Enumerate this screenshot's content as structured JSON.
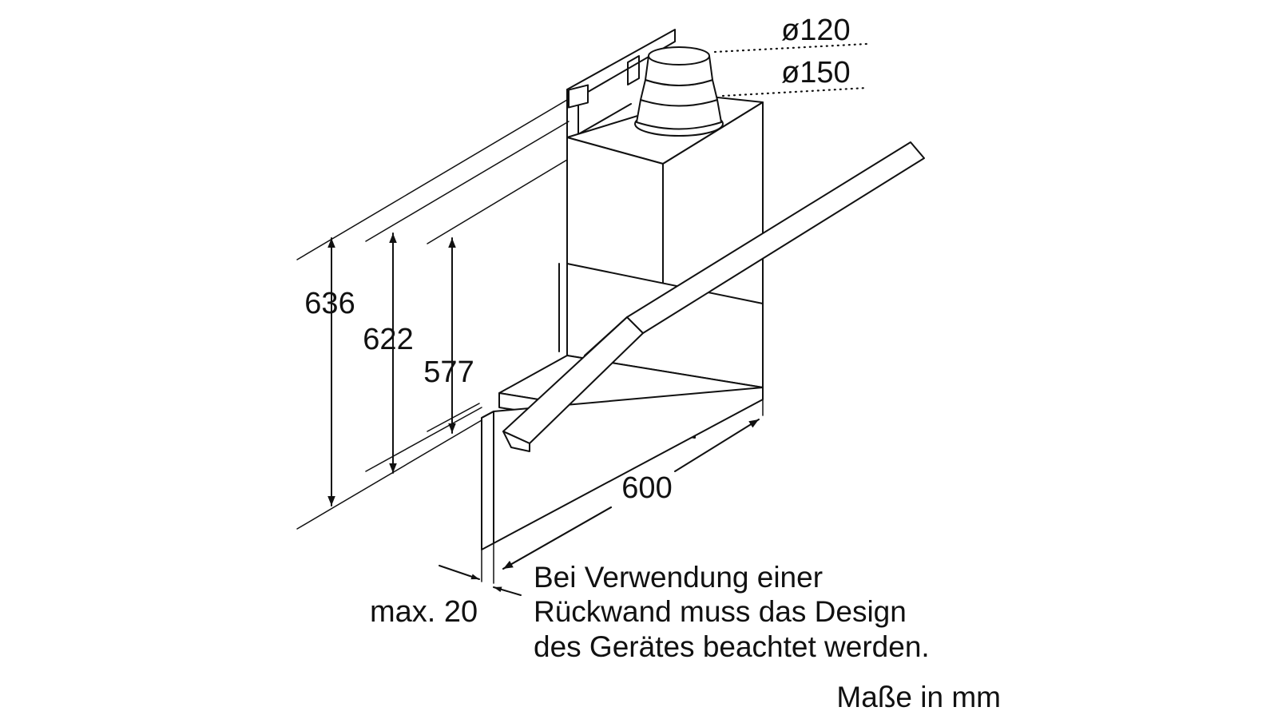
{
  "dimensions": {
    "diameter_inner": "ø120",
    "diameter_outer": "ø150",
    "height_total": "636",
    "height_mid": "622",
    "height_low": "577",
    "width": "600",
    "wall_gap": "max. 20"
  },
  "note": {
    "line1": "Bei Verwendung einer",
    "line2": "Rückwand muss das Design",
    "line3": "des Gerätes beachtet werden."
  },
  "units_label": "Maße in mm"
}
